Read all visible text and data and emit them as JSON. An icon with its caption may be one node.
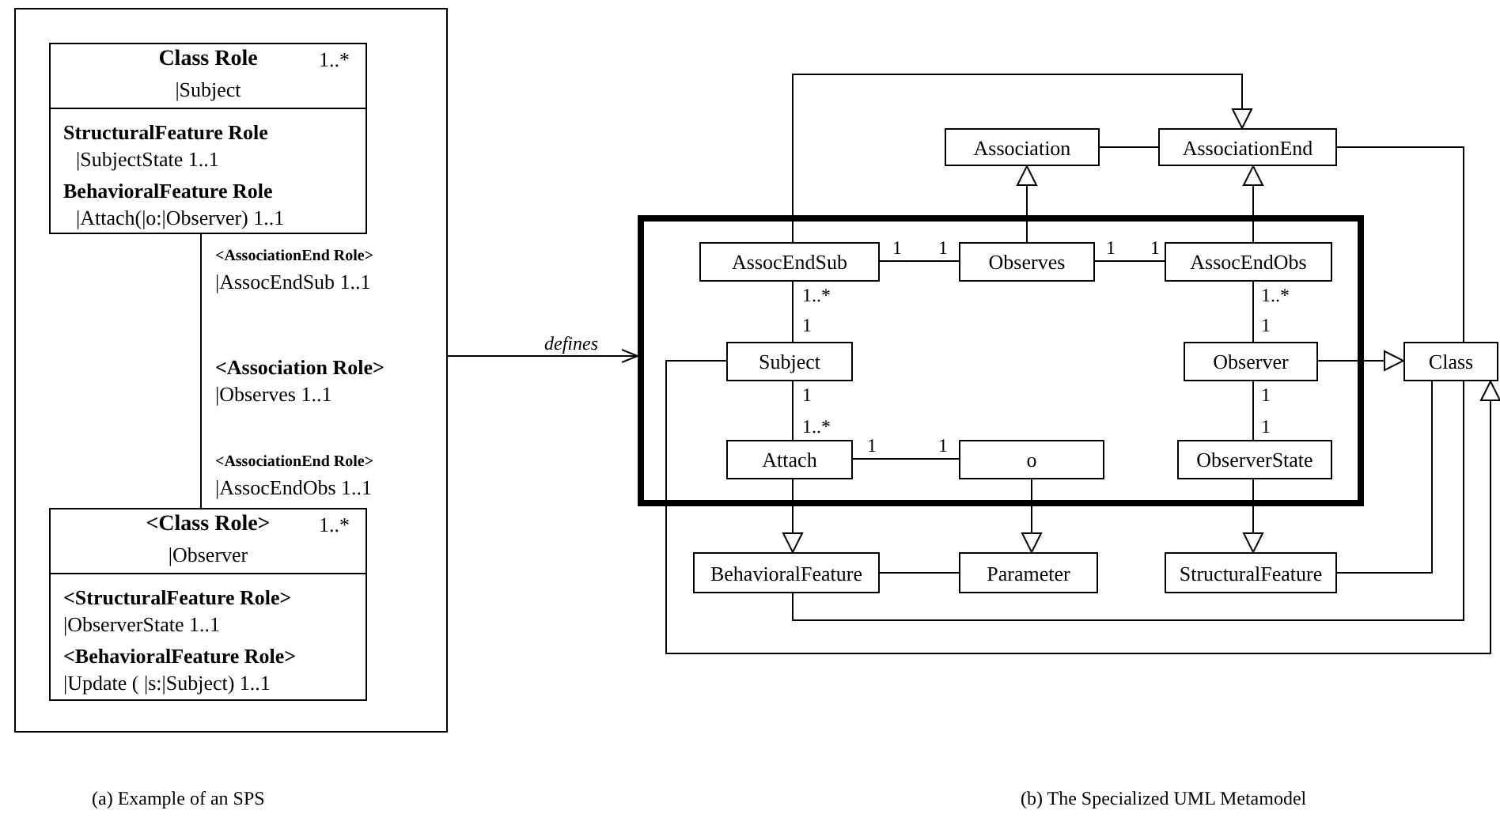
{
  "diagram": {
    "nodes": [
      {
        "text": [],
        "shape": "box"
      },
      {
        "text": [
          "Class Role",
          "1..*",
          "|Subject",
          "StructuralFeature Role",
          "|SubjectState 1..1",
          "BehavioralFeature Role",
          "|Attach(|o:|Observer) 1..1"
        ],
        "in": 0
      },
      {
        "text": [
          "<Class Role>",
          "1..*",
          "|Observer",
          "<StructuralFeature Role>",
          "|ObserverState 1..1",
          "<BehavioralFeature Role>",
          "|Update ( |s:|Subject) 1..1"
        ],
        "in": 0
      },
      {
        "text": [
          "Association"
        ]
      },
      {
        "text": [
          "AssociationEnd"
        ]
      },
      {
        "text": [],
        "shape": "box"
      },
      {
        "text": [
          "AssocEndSub"
        ],
        "in": 5
      },
      {
        "text": [
          "Observes"
        ],
        "in": 5
      },
      {
        "text": [
          "AssocEndObs"
        ],
        "in": 5
      },
      {
        "text": [
          "Subject"
        ],
        "in": 5
      },
      {
        "text": [
          "Observer"
        ],
        "in": 5
      },
      {
        "text": [
          "Attach"
        ],
        "in": 5
      },
      {
        "text": [
          "o"
        ],
        "in": 5
      },
      {
        "text": [
          "ObserverState"
        ],
        "in": 5
      },
      {
        "text": [
          "Class"
        ]
      },
      {
        "text": [
          "BehavioralFeature"
        ]
      },
      {
        "text": [
          "Parameter"
        ]
      },
      {
        "text": [
          "StructuralFeature"
        ]
      }
    ],
    "edges": [
      {
        "from": 1,
        "to": 2,
        "arrow": "none"
      },
      {
        "from": 0,
        "to": 5,
        "arrow": "to",
        "label": "defines"
      },
      {
        "from": 6,
        "to": 4,
        "arrow": "to"
      },
      {
        "from": 7,
        "to": 3,
        "arrow": "to"
      },
      {
        "from": 8,
        "to": 4,
        "arrow": "to"
      },
      {
        "from": 3,
        "to": 4,
        "arrow": "none"
      },
      {
        "from": 4,
        "to": 14,
        "arrow": "none"
      },
      {
        "from": 6,
        "to": 7,
        "arrow": "none"
      },
      {
        "from": 7,
        "to": 8,
        "arrow": "none"
      },
      {
        "from": 6,
        "to": 9,
        "arrow": "none"
      },
      {
        "from": 9,
        "to": 11,
        "arrow": "none"
      },
      {
        "from": 11,
        "to": 12,
        "arrow": "none"
      },
      {
        "from": 8,
        "to": 10,
        "arrow": "none"
      },
      {
        "from": 10,
        "to": 13,
        "arrow": "none"
      },
      {
        "from": 10,
        "to": 14,
        "arrow": "to"
      },
      {
        "from": 9,
        "to": 14,
        "arrow": "to"
      },
      {
        "from": 11,
        "to": 15,
        "arrow": "to"
      },
      {
        "from": 12,
        "to": 16,
        "arrow": "to"
      },
      {
        "from": 13,
        "to": 17,
        "arrow": "to"
      },
      {
        "from": 15,
        "to": 16,
        "arrow": "none"
      },
      {
        "from": 17,
        "to": 14,
        "arrow": "none"
      },
      {
        "from": 15,
        "to": 14,
        "arrow": "none"
      }
    ],
    "labels": [
      "<AssociationEnd Role>",
      "|AssocEndSub 1..1",
      "<Association Role>",
      "|Observes 1..1",
      "<AssociationEnd Role>",
      "|AssocEndObs 1..1",
      "1",
      "1",
      "1",
      "1",
      "1..*",
      "1..*",
      "1",
      "1",
      "1",
      "1",
      "1..*",
      "1",
      "1",
      "1",
      "(a) Example of an SPS",
      "(b) The Specialized UML Metamodel"
    ]
  }
}
